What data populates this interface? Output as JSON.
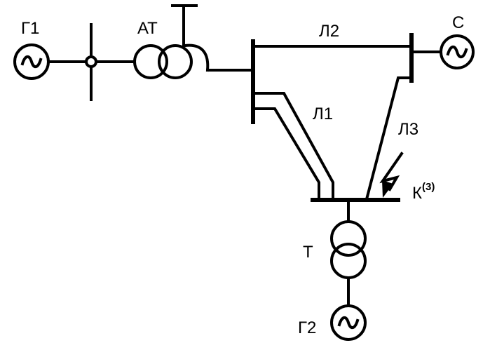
{
  "labels": {
    "g1": "Г1",
    "at": "АТ",
    "l2": "Л2",
    "s": "С",
    "l1": "Л1",
    "l3": "Л3",
    "k": "К",
    "k_sup": "(3)",
    "t": "Т",
    "g2": "Г2"
  },
  "icons": {
    "generator": "sine-wave-icon",
    "transformer": "two-winding-transformer-icon",
    "autotransformer": "autotransformer-icon",
    "fault": "lightning-arrow-icon"
  },
  "colors": {
    "stroke": "#000000",
    "background": "#ffffff"
  }
}
